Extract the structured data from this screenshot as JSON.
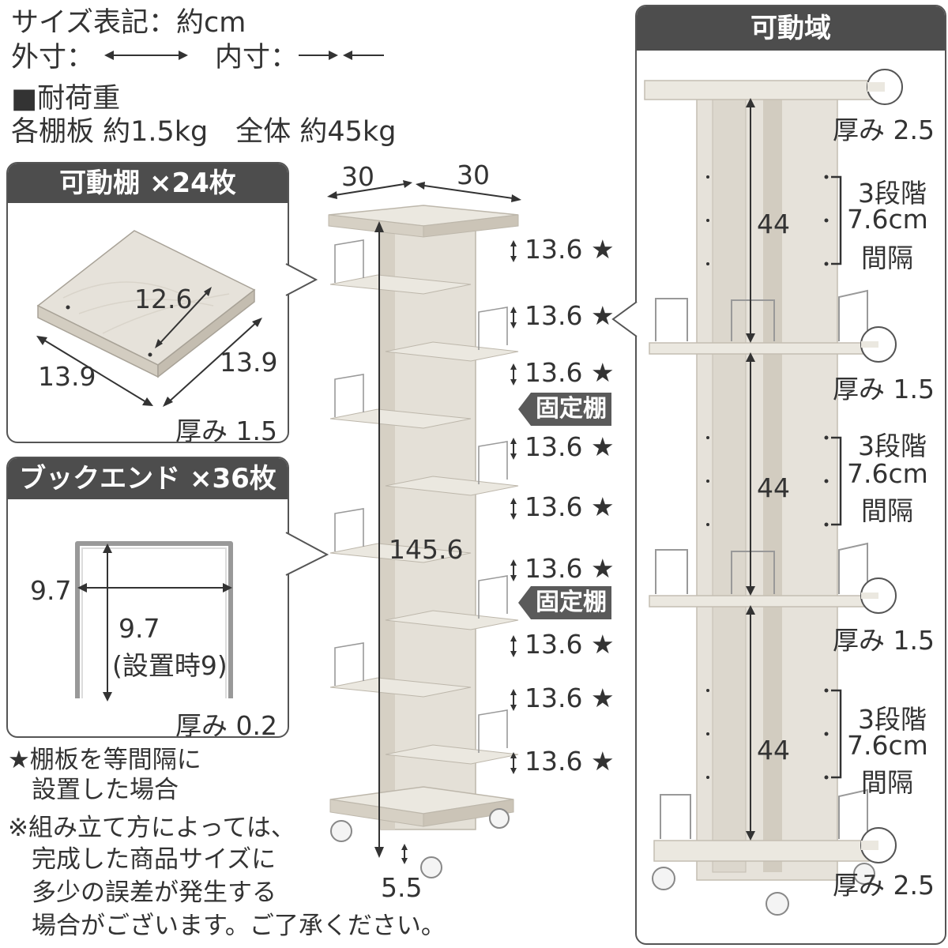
{
  "header": {
    "size_notation": "サイズ表記：約cm",
    "outer_label": "外寸：",
    "inner_label": "内寸：",
    "load_title": "■耐荷重",
    "load_values": "各棚板 約1.5kg　全体 約45kg"
  },
  "shelf_box": {
    "title": "可動棚 ×24枚",
    "inner_dim": "12.6",
    "width_left": "13.9",
    "width_right": "13.9",
    "thickness": "厚み 1.5"
  },
  "bookend_box": {
    "title": "ブックエンド ×36枚",
    "width": "9.7",
    "height": "9.7",
    "height_note": "(設置時9)",
    "thickness": "厚み 0.2"
  },
  "main_figure": {
    "top_width_left": "30",
    "top_width_right": "30",
    "total_height": "145.6",
    "bottom_gap": "5.5",
    "interval_label": "13.6",
    "star_mark": "★",
    "intervals": [
      "13.6 ★",
      "13.6 ★",
      "13.6 ★",
      "13.6 ★",
      "13.6 ★",
      "13.6 ★",
      "13.6 ★",
      "13.6 ★",
      "13.6 ★"
    ],
    "fixed_shelf_1": "固定棚",
    "fixed_shelf_2": "固定棚"
  },
  "notes": {
    "star_note_1": "★棚板を等間隔に",
    "star_note_2": "設置した場合",
    "assembly_note_1": "※組み立て方によっては、",
    "assembly_note_2": "完成した商品サイズに",
    "assembly_note_3": "多少の誤差が発生する",
    "assembly_note_4": "場合がございます。ご了承ください。"
  },
  "range_box": {
    "title": "可動域",
    "top_thickness": "厚み 2.5",
    "mid_thickness_1": "厚み 1.5",
    "mid_thickness_2": "厚み 1.5",
    "bottom_thickness": "厚み 2.5",
    "section_height": "44",
    "steps_label": "3段階",
    "step_interval": "7.6cm",
    "spacing_label": "間隔"
  },
  "colors": {
    "header_bg": "#4d4d4d",
    "wood": "#e3dfd6",
    "wood_dark": "#cfc9bd",
    "text": "#333333"
  }
}
